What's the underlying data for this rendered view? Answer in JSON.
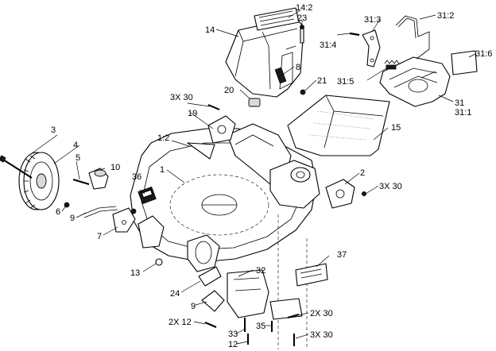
{
  "callouts": [
    {
      "id": "c1",
      "text": "1"
    },
    {
      "id": "c1_2",
      "text": "1:2"
    },
    {
      "id": "c2",
      "text": "2"
    },
    {
      "id": "c3",
      "text": "3"
    },
    {
      "id": "c3x30a",
      "text": "3X 30"
    },
    {
      "id": "c3x30b",
      "text": "3X 30"
    },
    {
      "id": "c3x30c",
      "text": "3X 30"
    },
    {
      "id": "c4",
      "text": "4"
    },
    {
      "id": "c5",
      "text": "5"
    },
    {
      "id": "c6",
      "text": "6"
    },
    {
      "id": "c7",
      "text": "7"
    },
    {
      "id": "c8",
      "text": "8"
    },
    {
      "id": "c9a",
      "text": "9"
    },
    {
      "id": "c9b",
      "text": "9"
    },
    {
      "id": "c10",
      "text": "10"
    },
    {
      "id": "c12",
      "text": "12"
    },
    {
      "id": "c13",
      "text": "13"
    },
    {
      "id": "c14",
      "text": "14"
    },
    {
      "id": "c14_2",
      "text": "14:2"
    },
    {
      "id": "c15",
      "text": "15"
    },
    {
      "id": "c19",
      "text": "19"
    },
    {
      "id": "c20",
      "text": "20"
    },
    {
      "id": "c21",
      "text": "21"
    },
    {
      "id": "c23",
      "text": "23"
    },
    {
      "id": "c24",
      "text": "24"
    },
    {
      "id": "c2x12",
      "text": "2X 12"
    },
    {
      "id": "c2x30",
      "text": "2X 30"
    },
    {
      "id": "c31",
      "text": "31"
    },
    {
      "id": "c31_1",
      "text": "31:1"
    },
    {
      "id": "c31_2",
      "text": "31:2"
    },
    {
      "id": "c31_3",
      "text": "31:3"
    },
    {
      "id": "c31_4",
      "text": "31:4"
    },
    {
      "id": "c31_5",
      "text": "31:5"
    },
    {
      "id": "c31_6",
      "text": "31:6"
    },
    {
      "id": "c32",
      "text": "32"
    },
    {
      "id": "c33",
      "text": "33"
    },
    {
      "id": "c35",
      "text": "35"
    },
    {
      "id": "c36",
      "text": "36"
    },
    {
      "id": "c37",
      "text": "37"
    }
  ]
}
